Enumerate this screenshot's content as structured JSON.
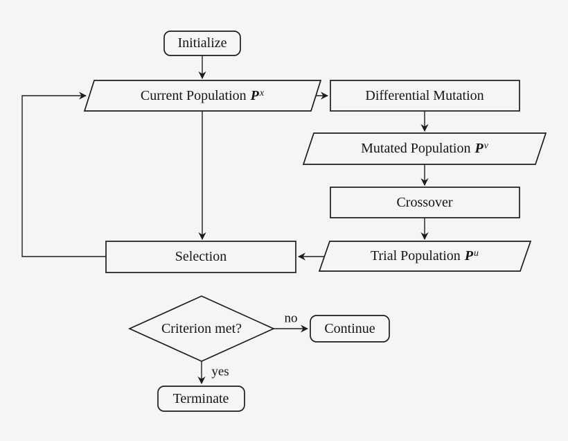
{
  "colors": {
    "background": "#f5f5f4",
    "stroke": "#1c1c1c",
    "text": "#141414"
  },
  "nodes": {
    "initialize": {
      "label": "Initialize",
      "shape": "rounded-rect"
    },
    "current_population": {
      "label": "Current Population",
      "symbol": "P",
      "superscript": "x",
      "shape": "parallelogram"
    },
    "differential_mutation": {
      "label": "Differential Mutation",
      "shape": "rect"
    },
    "mutated_population": {
      "label": "Mutated Population",
      "symbol": "P",
      "superscript": "v",
      "shape": "parallelogram"
    },
    "crossover": {
      "label": "Crossover",
      "shape": "rect"
    },
    "trial_population": {
      "label": "Trial Population",
      "symbol": "P",
      "superscript": "u",
      "shape": "parallelogram"
    },
    "selection": {
      "label": "Selection",
      "shape": "rect"
    },
    "criterion": {
      "label": "Criterion met?",
      "shape": "diamond"
    },
    "continue": {
      "label": "Continue",
      "shape": "rounded-rect"
    },
    "terminate": {
      "label": "Terminate",
      "shape": "rounded-rect"
    }
  },
  "edge_labels": {
    "no": "no",
    "yes": "yes"
  }
}
